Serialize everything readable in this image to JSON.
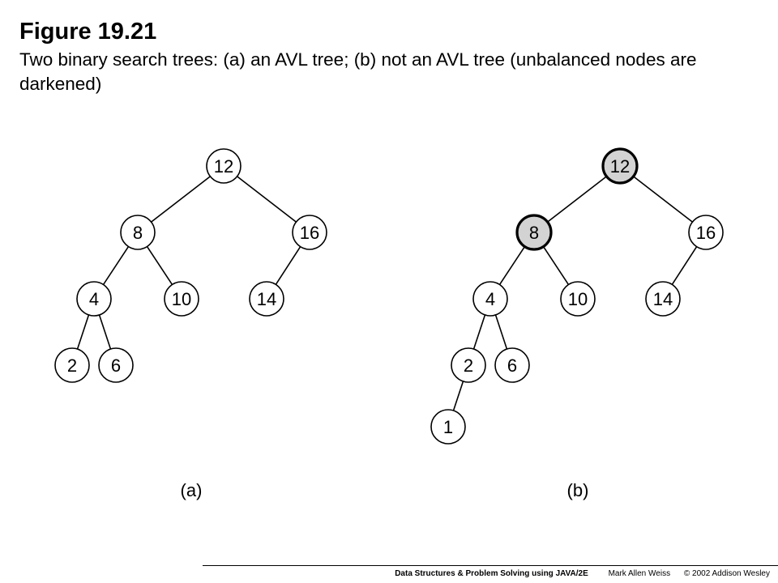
{
  "header": {
    "title": "Figure 19.21",
    "caption": "Two binary search trees: (a) an AVL tree; (b) not an AVL tree (unbalanced nodes are darkened)"
  },
  "trees": [
    {
      "label": "(a)",
      "nodes": [
        {
          "value": "12",
          "parent": null,
          "unbalanced": false
        },
        {
          "value": "8",
          "parent": "12",
          "unbalanced": false
        },
        {
          "value": "16",
          "parent": "12",
          "unbalanced": false
        },
        {
          "value": "4",
          "parent": "8",
          "unbalanced": false
        },
        {
          "value": "10",
          "parent": "8",
          "unbalanced": false
        },
        {
          "value": "14",
          "parent": "16",
          "unbalanced": false
        },
        {
          "value": "2",
          "parent": "4",
          "unbalanced": false
        },
        {
          "value": "6",
          "parent": "4",
          "unbalanced": false
        }
      ]
    },
    {
      "label": "(b)",
      "nodes": [
        {
          "value": "12",
          "parent": null,
          "unbalanced": true
        },
        {
          "value": "8",
          "parent": "12",
          "unbalanced": true
        },
        {
          "value": "16",
          "parent": "12",
          "unbalanced": false
        },
        {
          "value": "4",
          "parent": "8",
          "unbalanced": false
        },
        {
          "value": "10",
          "parent": "8",
          "unbalanced": false
        },
        {
          "value": "14",
          "parent": "16",
          "unbalanced": false
        },
        {
          "value": "2",
          "parent": "4",
          "unbalanced": false
        },
        {
          "value": "6",
          "parent": "4",
          "unbalanced": false
        },
        {
          "value": "1",
          "parent": "2",
          "unbalanced": false
        }
      ]
    }
  ],
  "colors": {
    "node_fill": "#ffffff",
    "unbalanced_fill": "#d3d3d3",
    "stroke": "#000000"
  },
  "footer": {
    "book": "Data Structures & Problem Solving using JAVA/2E",
    "author": "Mark Allen Weiss",
    "copyright": "© 2002  Addison Wesley"
  }
}
